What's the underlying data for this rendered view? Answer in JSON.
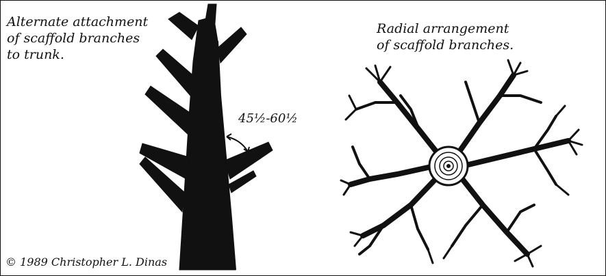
{
  "left_caption": {
    "line1": "Alternate attachment",
    "line2": "of scaffold branches",
    "line3": "to trunk."
  },
  "right_caption": {
    "line1": "Radial arrangement",
    "line2": "of scaffold branches."
  },
  "angle_label": "45½-60½",
  "copyright": "© 1989 Christopher L. Dinas",
  "colors": {
    "ink": "#111111",
    "background": "#ffffff"
  }
}
